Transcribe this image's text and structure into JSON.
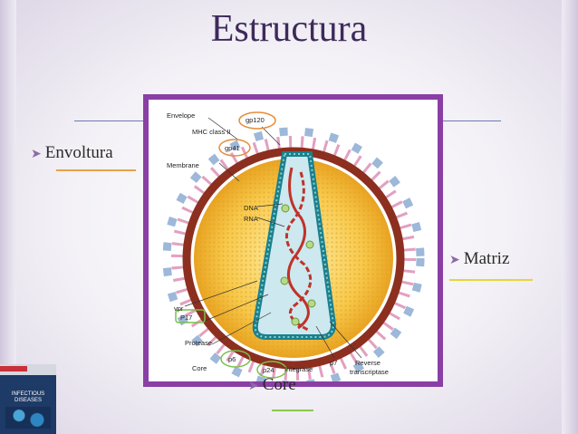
{
  "title": "Estructura",
  "bullets": {
    "envoltura": "Envoltura",
    "matriz": "Matriz",
    "core": "Core"
  },
  "diagram_labels": {
    "envelope": "Envelope",
    "gp120": "gp120",
    "mhc": "MHC class II",
    "gp41": "gp41",
    "membrane": "Membrane",
    "dna": "DNA",
    "rna": "RNA",
    "vpr": "vpr",
    "p17": "P17",
    "protease": "Protease",
    "p6": "p6",
    "core": "Core",
    "p24": "p24",
    "integrase": "Integrase",
    "p7": "p7",
    "reverse1": "Reverse",
    "reverse2": "transcriptase"
  },
  "book_cover": {
    "text": "INFECTIOUS DISEASES"
  },
  "colors": {
    "title": "#3d2a5a",
    "frame": "#8a3fa5",
    "envoltura_underline": "#e8a14a",
    "matriz_underline": "#e8d43a",
    "core_underline": "#8cc84b"
  }
}
